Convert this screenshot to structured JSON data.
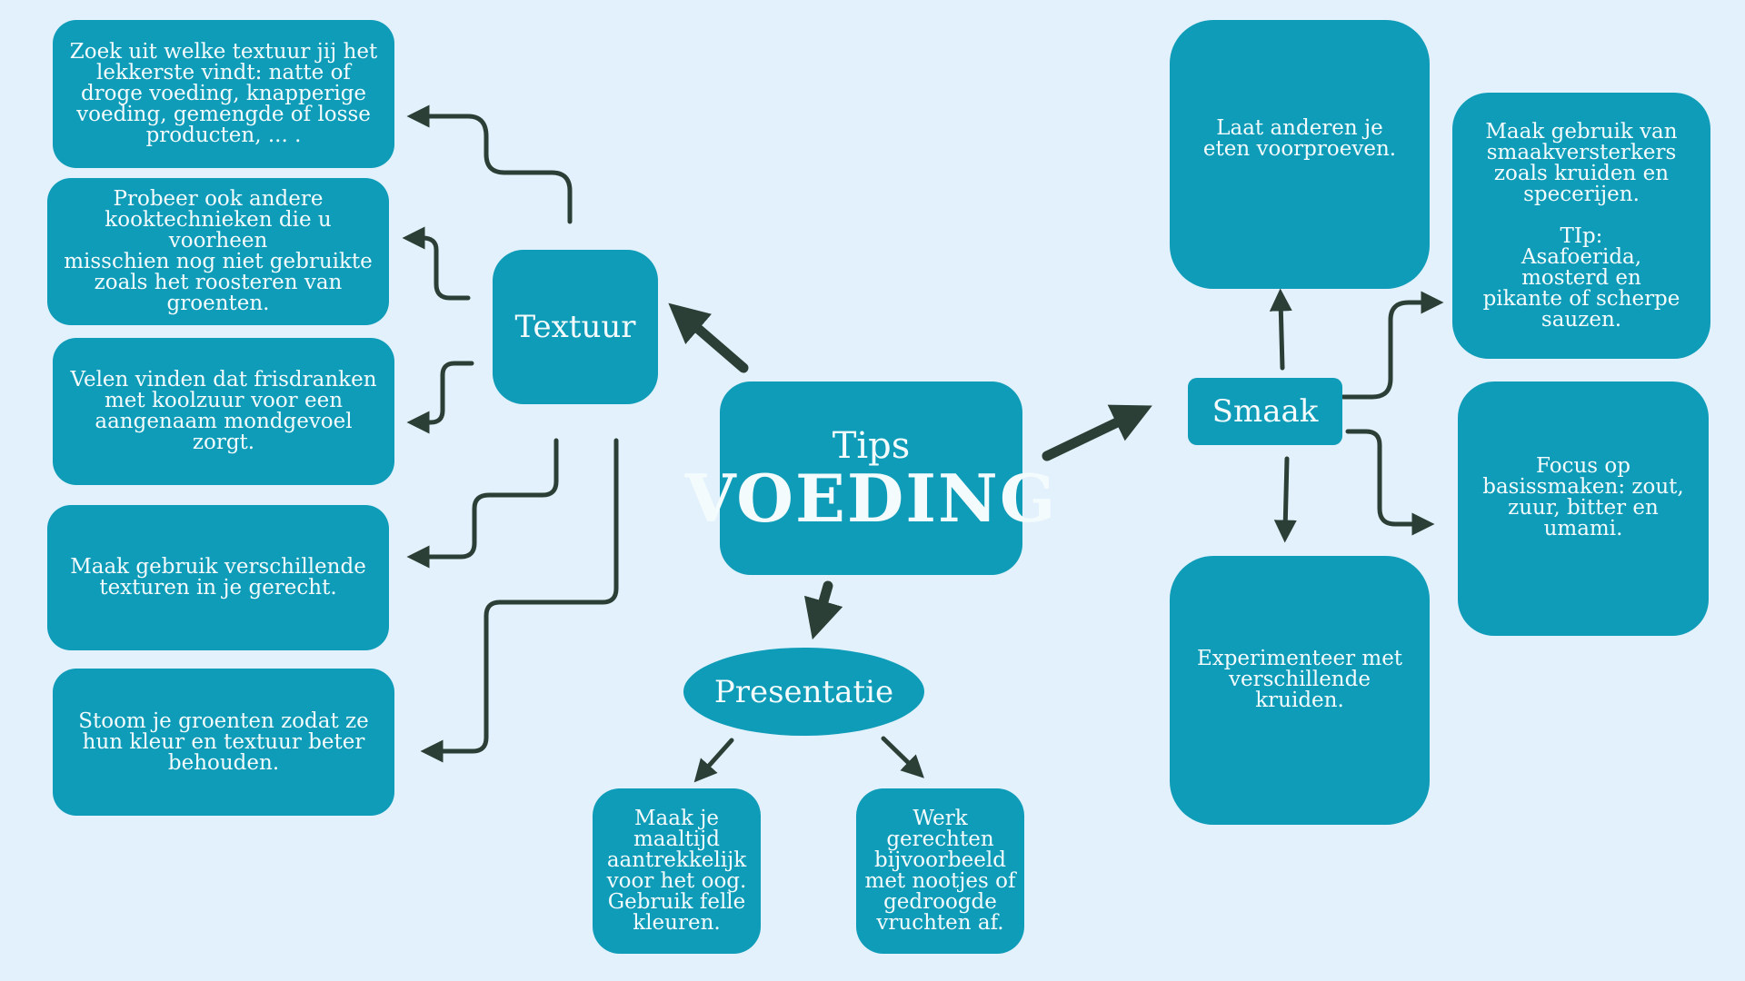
{
  "colors": {
    "background": "#e3f1fc",
    "box": "#0f9cb8",
    "arrow": "#2b3f36",
    "text": "#f4fbfd"
  },
  "center": {
    "subtitle": "Tips",
    "title": "VOEDING"
  },
  "textuur": {
    "label": "Textuur",
    "tips": [
      "Zoek uit welke textuur jij het\nlekkerste vindt: natte of\ndroge voeding, knapperige\nvoeding, gemengde of losse\nproducten, ... .",
      "Probeer ook andere\nkooktechnieken die u voorheen\nmisschien nog niet gebruikte\nzoals het roosteren van\ngroenten.",
      "Velen vinden dat frisdranken\nmet koolzuur voor een\naangenaam mondgevoel\nzorgt.",
      "Maak gebruik verschillende\ntexturen in je gerecht.",
      "Stoom je groenten zodat ze\nhun kleur en textuur beter\nbehouden."
    ]
  },
  "presentatie": {
    "label": "Presentatie",
    "tips": [
      "Maak je\nmaaltijd\naantrekkelijk\nvoor het oog.\nGebruik felle\nkleuren.",
      "Werk\ngerechten\nbijvoorbeeld\nmet nootjes of\ngedroogde\nvruchten af."
    ]
  },
  "smaak": {
    "label": "Smaak",
    "tips": [
      "Laat anderen je\neten voorproeven.",
      "Maak gebruik van\nsmaakversterkers\nzoals kruiden en\nspecerijen.\n\nTIp:\nAsafoerida,\nmosterd en\npikante of scherpe\nsauzen.",
      "Focus op\nbasissmaken: zout,\nzuur, bitter en\numami.",
      "Experimenteer met\nverschillende\nkruiden."
    ]
  }
}
